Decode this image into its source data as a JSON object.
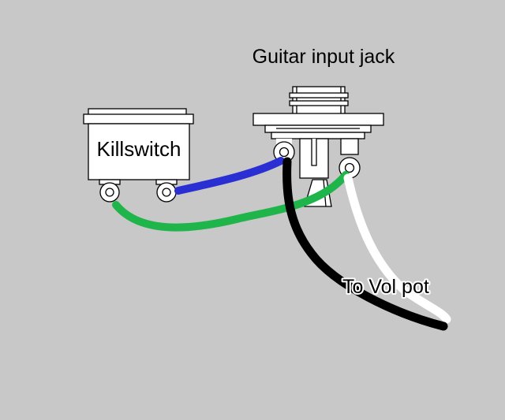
{
  "labels": {
    "jack": "Guitar input jack",
    "killswitch": "Killswitch",
    "vol_pot": "To Vol pot"
  },
  "colors": {
    "background": "#c8c8c8",
    "wire_blue": "#2a2fd4",
    "wire_green": "#1fb54a",
    "wire_black": "#000000",
    "wire_white": "#ffffff",
    "part_fill": "#ffffff",
    "outline": "#000000"
  }
}
